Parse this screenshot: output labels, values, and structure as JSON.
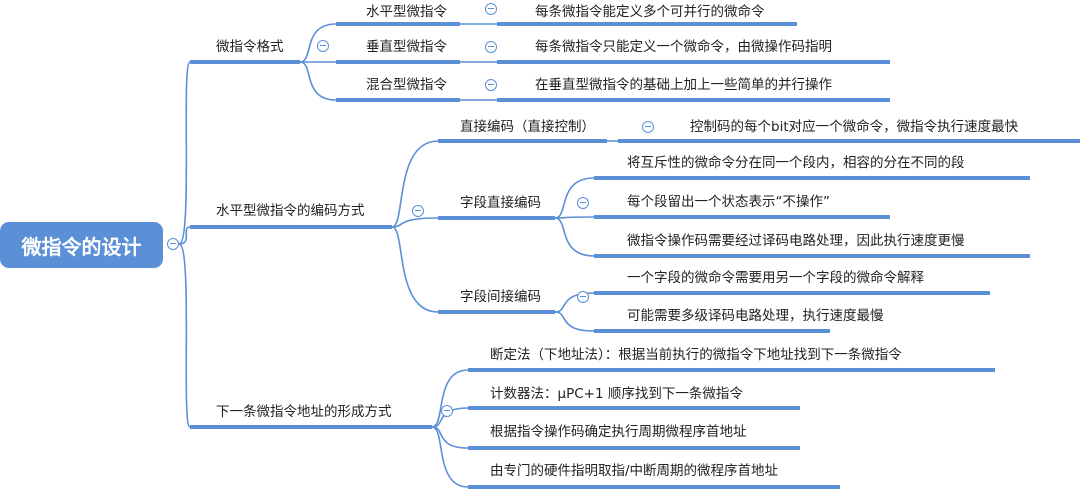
{
  "root": "微指令的设计",
  "branches": [
    {
      "label": "微指令格式",
      "children": [
        {
          "label": "水平型微指令",
          "leaves": [
            "每条微指令能定义多个可并行的微命令"
          ]
        },
        {
          "label": "垂直型微指令",
          "leaves": [
            "每条微指令只能定义一个微命令，由微操作码指明"
          ]
        },
        {
          "label": "混合型微指令",
          "leaves": [
            "在垂直型微指令的基础上加上一些简单的并行操作"
          ]
        }
      ]
    },
    {
      "label": "水平型微指令的编码方式",
      "children": [
        {
          "label": "直接编码（直接控制）",
          "leaves": [
            "控制码的每个bit对应一个微命令，微指令执行速度最快"
          ]
        },
        {
          "label": "字段直接编码",
          "leaves": [
            "将互斥性的微命令分在同一个段内，相容的分在不同的段",
            "每个段留出一个状态表示“不操作”",
            "微指令操作码需要经过译码电路处理，因此执行速度更慢"
          ]
        },
        {
          "label": "字段间接编码",
          "leaves": [
            "一个字段的微命令需要用另一个字段的微命令解释",
            "可能需要多级译码电路处理，执行速度最慢"
          ]
        }
      ]
    },
    {
      "label": "下一条微指令地址的形成方式",
      "leaves": [
        "断定法（下地址法）：根据当前执行的微指令下地址找到下一条微指令",
        "计数器法：μPC+1 顺序找到下一条微指令",
        "根据指令操作码确定执行周期微程序首地址",
        "由专门的硬件指明取指/中断周期的微程序首地址"
      ]
    }
  ],
  "colors": {
    "accent": "#5b8fd6"
  }
}
